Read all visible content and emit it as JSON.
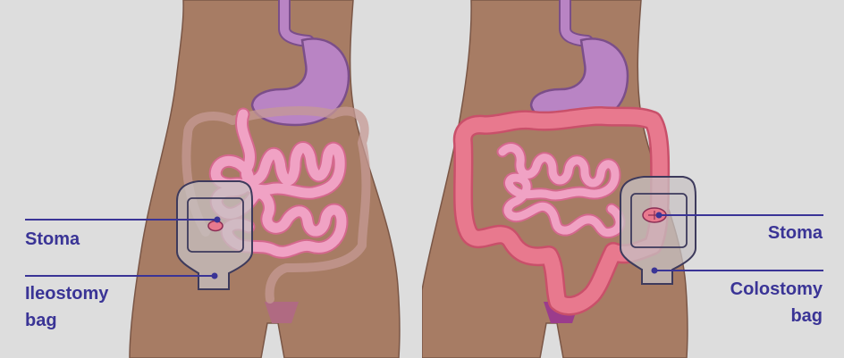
{
  "colors": {
    "background": "#dddddd",
    "skin": "#a77c64",
    "skin_outline": "#7a5646",
    "stomach": "#b984c4",
    "stomach_outline": "#7b4e8a",
    "intestine": "#f0a2c4",
    "intestine_outline": "#d4688d",
    "colon": "#e8798e",
    "colon_outline": "#c9506a",
    "bag_fill": "#c7c2c3",
    "bag_outline": "#3d3a5c",
    "label_color": "#3a3496",
    "leader_line": "#3a3496",
    "underwear_left": "#b06a82",
    "underwear_right": "#9b3c8c"
  },
  "left_panel": {
    "stoma_label": "Stoma",
    "bag_label_line1": "Ileostomy",
    "bag_label_line2": "bag"
  },
  "right_panel": {
    "stoma_label": "Stoma",
    "bag_label_line1": "Colostomy",
    "bag_label_line2": "bag"
  }
}
